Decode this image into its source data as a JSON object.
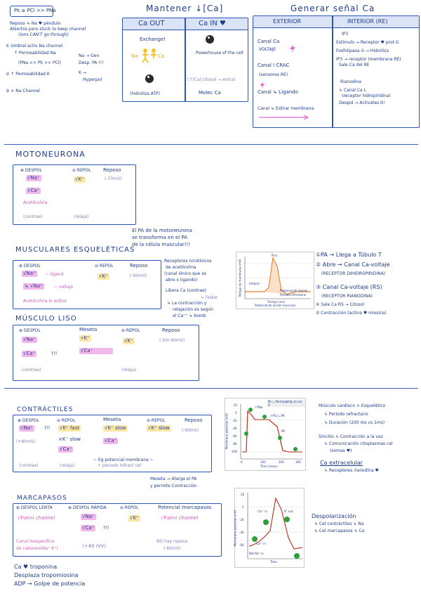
{
  "top_left": {
    "pk_box": "Pk ≥ PCl >> PNa",
    "lines": [
      "Reposo ↳ Na ♥ péndulo",
      "Abiertos pero stuck to keep channel",
      "(ions CAN'T go through)"
    ],
    "item1": "① Umbral activ Na channel",
    "item1a": "↑ Permeabilidad Na",
    "item1b": "(PNa >> Pk >> PCl)",
    "item1_right": "Na → Gen",
    "item1_right2": "Desp. PA !!!",
    "item2": "② ↑ Permeabilidad K",
    "item2_right": "Hyperpol",
    "item2_right_pre": "K →",
    "item3": "③ × Na Channel"
  },
  "mantener": {
    "title": "Mantener ↓[Ca]",
    "col_out": "Ca OUT",
    "col_in": "Ca IN ♥",
    "exchange": "Exchange!",
    "na_label": "Na",
    "ca_label": "Ca",
    "hidroliza": "(hidroliza ATP)",
    "powerhouse": "Powerhouse of the cell",
    "ca_citosol": "(↑[Ca] citosol → entra)",
    "molec": "Molec Ca"
  },
  "generar": {
    "title": "Generar señal Ca",
    "col_ext": "EXTERIOR",
    "col_int": "INTERIOR (RE)",
    "ext": [
      {
        "a": "Canal Ca",
        "b": "VOLTAJE"
      },
      {
        "a": "Canal I CRAC",
        "b": "(sensores RE)"
      },
      {
        "a": "Canal ↳ Ligando",
        "b": ""
      },
      {
        "a": "Canal ↳ Estirar membrana",
        "b": ""
      }
    ],
    "int": [
      "IP3",
      "Estímulo → Receptor ♥ prot G",
      "Fosfolipasa G → Hidroliza",
      "IP3 → receptor (membrana RE)",
      "Sale Ca del RE",
      "Rianodina",
      "↳ Canal Ca L",
      "(receptor hidropiridina)",
      "Despol → Activates it!"
    ]
  },
  "motoneurona": {
    "title": "MOTONEURONA",
    "despol": "⊕ DESPOL",
    "repol": "⊖ REPOL",
    "reposo": "Reposo",
    "na": "√Na⁺",
    "ca": "√Ca⁺",
    "k": "√K⁺",
    "acetil": "Acetilcolina",
    "reposo_val": "(-70mV)",
    "contrae": "(contrae)",
    "relaja": "(relaja)"
  },
  "pa_note": [
    "El PA de la motoneurona",
    "se transforma en el PA",
    "de la célula muscular!!!"
  ],
  "musculares": {
    "title": "MUSCULARES ESQUELÉTICAS",
    "despol": "⊕ DESPOL",
    "repol": "⊖ REPOL",
    "reposo": "Reposo",
    "na1": "√Na⁺",
    "ligand": "~ ligand",
    "na2": "↳ √Na⁺",
    "voltaje": "~ voltaje",
    "k": "√K⁺",
    "reposo_val": "(-90mV)",
    "acetil": "Acetilcolina lo activa",
    "receptores": [
      "Receptores nicotínicos",
      "de acetilcolina",
      "(canal iónico que se",
      "abre x ligando)"
    ],
    "libera": "Libera Ca (contrae)",
    "faster": "↳ faster",
    "contraccion": [
      "↳ La contracción y",
      "relajación es según",
      "el Ca⁺⁺ ↳ bomb"
    ]
  },
  "liso": {
    "title": "MÚSCULO LISO",
    "despol": "⊕ DESPOL",
    "meseta": "Meseta",
    "repol": "⊖ REPOL",
    "reposo": "Reposo",
    "na": "√Na⁺",
    "ca": "√Ca⁺",
    "ca2": "√Ca⁺",
    "k_m": "√K⁺",
    "k": "√K⁺",
    "reposo_val": "(-50/-60mV)",
    "excl": "!!!",
    "contrae": "(contrae)",
    "relaja": "(relaja)"
  },
  "pa_steps": [
    "①PA → Llega a Túbulo T",
    "② Abre → Canal Ca-voltaje",
    "(RECEPTOR DIHIDROPIRIDINA)",
    "③ Canal Ca-voltaje (RS)",
    "(RECEPTOR RIANODINA)",
    "④ Sale Ca RS → Citosol",
    "⑤ Contracción (actina ♥ miosina)"
  ],
  "contractiles": {
    "title": "CONTRÁCTILES",
    "despol": "⊕ DESPOL",
    "repol1": "⊖ REPOL",
    "meseta": "Meseta",
    "repol2": "⊖ REPOL",
    "reposo": "Reposo",
    "na": "√Na⁺",
    "excl": "!!!",
    "k_fast": "√K⁺ fast",
    "k_slow_m": "×K⁺ slow",
    "ca": "√Ca⁺",
    "k_slow": "√K⁺ slow",
    "reposo_val": "(-90mV)",
    "v80": "(+80mV)",
    "contrae": "(contrae)",
    "relaja": "(relaja)",
    "eg": "~ Eg potencial membrana ~",
    "periodo": "↑ periodo refract cel",
    "meseta_note": "Meseta → Alarga el PA",
    "meseta_note2": "y permite Contracción"
  },
  "cardiac_notes": [
    "Músculo cardíaco > Esquelético",
    "↳ Período refractario",
    "↳ Duración (200 ms vs 1ms)",
    "Sincitio ↳ Contracción a la vez",
    "↳ Comunicación citoplasmas cel",
    "(somas ♥)",
    "Ca extracelular",
    "↳ Receptores rianodina ♥"
  ],
  "marcapasos": {
    "title": "MARCAPASOS",
    "despol_lenta": "⊕ DESPOL LENTA",
    "despol_rapida": "⊕ DESPOL RÁPIDA",
    "repol": "⊖ REPOL",
    "potencial": "Potencial marcapasos",
    "funni": "√Funni channel",
    "na": "√Na⁺",
    "ca": "√Ca⁺",
    "excl": "!!!",
    "k": "√K⁺",
    "funni2": "√Funni channel",
    "inespecifico": "Canal inespecífico",
    "cationes": "de cationes(Na⁺ K⁺)",
    "v40": "(+40 mV)",
    "no_reposo": "NO hay reposo",
    "v60": "(-60mV)"
  },
  "despol_notes": [
    "Despolarización",
    "↳ Cel contráctiles ↳ Na",
    "↳ Cel marcapasos ↳ Ca"
  ],
  "bottom_notes": [
    "Ca ♥ troponina",
    "Desplaza tropomiosina",
    "ADP → Golpe de potencia"
  ],
  "graph1": {
    "ylabel": "Voltaje de membrana (mV)",
    "xlabel": "Tiempo (ms)",
    "caption": "Potencial de acción muscular",
    "labels": [
      "Umbral",
      "Potencial de reposo",
      "Período refractario",
      "Pico"
    ]
  },
  "graph2": {
    "legend": "Pk = Permeability to ion X",
    "labels": [
      "↑PNa",
      "↑PCa ↓PK",
      "PK"
    ],
    "xlabel": "Time (msec)",
    "ylabel": "Membrane potential (mV)",
    "ticks_y": [
      "20",
      "0",
      "-20",
      "-40",
      "-60",
      "-80",
      "-100"
    ],
    "ticks_x": [
      "0",
      "100",
      "200",
      "300"
    ]
  },
  "graph3": {
    "xlabel": "Time",
    "ylabel": "Membrane potential (mV)",
    "ticks_y": [
      "20",
      "0",
      "-20",
      "-40",
      "-60"
    ],
    "labels": [
      "Ca²⁺ in",
      "K⁺ out",
      "Ca²⁺ in",
      "Net Na⁺ in"
    ]
  },
  "colors": {
    "ink": "#1f3c8a",
    "pink": "#d05ab8",
    "highlight_pink": "#f2b8ec",
    "highlight_yellow": "#fde7a2",
    "box_blue": "#2b54b8"
  }
}
